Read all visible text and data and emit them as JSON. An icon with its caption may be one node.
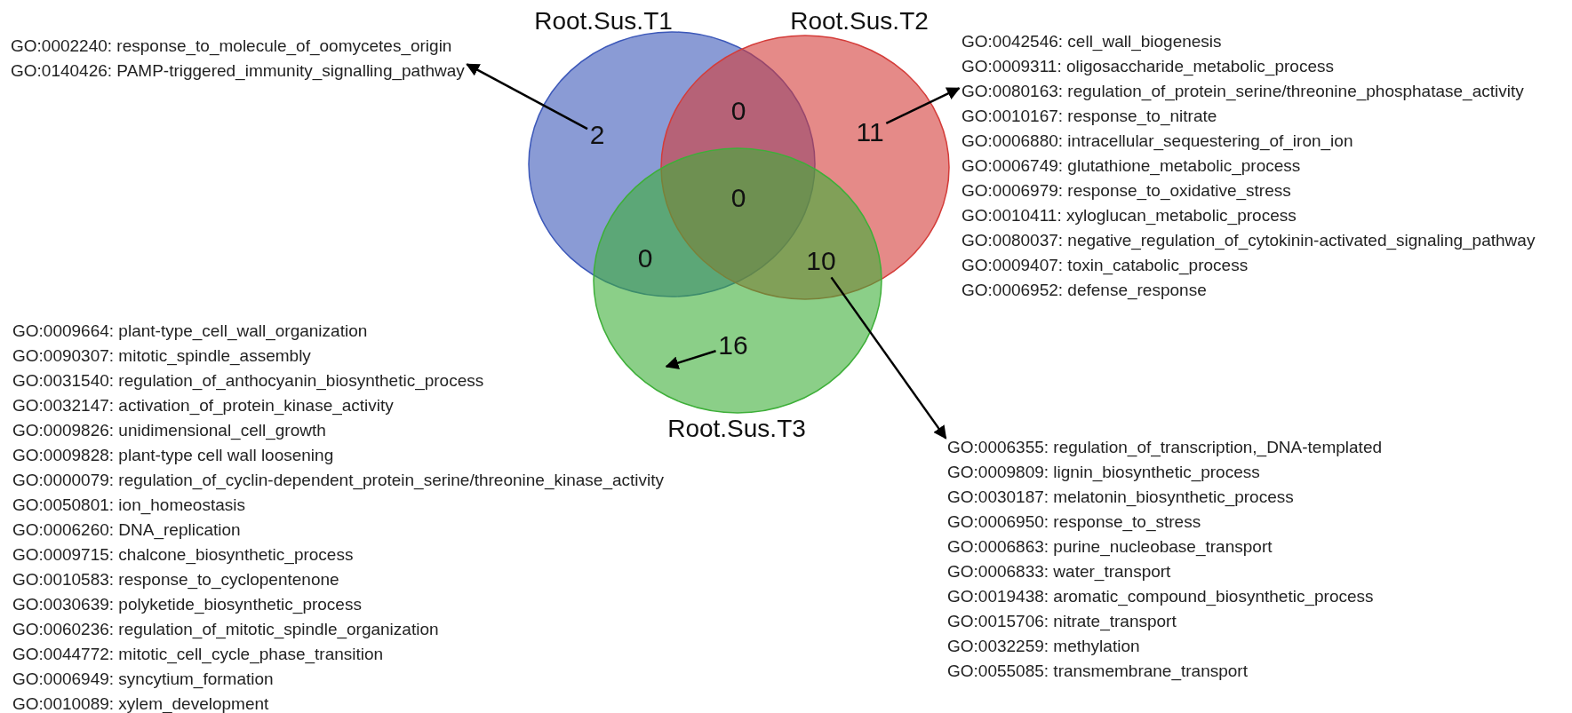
{
  "diagram": {
    "nodes": [
      {
        "text": [
          "Root.Sus.T1"
        ]
      },
      {
        "text": [
          "Root.Sus.T2"
        ]
      },
      {
        "text": [
          "Root.Sus.T3"
        ]
      },
      {
        "text": [
          "2"
        ],
        "in": 0
      },
      {
        "text": [
          "0"
        ]
      },
      {
        "text": [
          "11"
        ],
        "in": 1
      },
      {
        "text": [
          "0"
        ]
      },
      {
        "text": [
          "0"
        ]
      },
      {
        "text": [
          "10"
        ]
      },
      {
        "text": [
          "16"
        ],
        "in": 2
      },
      {
        "text": [
          "GO:0002240: response_to_molecule_of_oomycetes_origin",
          "GO:0140426: PAMP-triggered_immunity_signalling_pathway"
        ]
      },
      {
        "text": [
          "GO:0042546: cell_wall_biogenesis",
          "GO:0009311: oligosaccharide_metabolic_process",
          "GO:0080163: regulation_of_protein_serine/threonine_phosphatase_activity",
          "GO:0010167: response_to_nitrate",
          "GO:0006880: intracellular_sequestering_of_iron_ion",
          "GO:0006749: glutathione_metabolic_process",
          "GO:0006979: response_to_oxidative_stress",
          "GO:0010411: xyloglucan_metabolic_process",
          "GO:0080037: negative_regulation_of_cytokinin-activated_signaling_pathway",
          "GO:0009407: toxin_catabolic_process",
          "GO:0006952: defense_response"
        ]
      },
      {
        "text": [
          "GO:0009664: plant-type_cell_wall_organization",
          "GO:0090307: mitotic_spindle_assembly",
          "GO:0031540: regulation_of_anthocyanin_biosynthetic_process",
          "GO:0032147: activation_of_protein_kinase_activity",
          "GO:0009826: unidimensional_cell_growth",
          "GO:0009828: plant-type cell wall loosening",
          "GO:0000079: regulation_of_cyclin-dependent_protein_serine/threonine_kinase_activity",
          "GO:0050801: ion_homeostasis",
          "GO:0006260: DNA_replication",
          "GO:0009715: chalcone_biosynthetic_process",
          "GO:0010583: response_to_cyclopentenone",
          "GO:0030639: polyketide_biosynthetic_process",
          "GO:0060236: regulation_of_mitotic_spindle_organization",
          "GO:0044772: mitotic_cell_cycle_phase_transition",
          "GO:0006949: syncytium_formation",
          "GO:0010089: xylem_development"
        ]
      },
      {
        "text": [
          "GO:0006355: regulation_of_transcription,_DNA-templated",
          "GO:0009809: lignin_biosynthetic_process",
          "GO:0030187: melatonin_biosynthetic_process",
          "GO:0006950: response_to_stress",
          "GO:0006863: purine_nucleobase_transport",
          "GO:0006833: water_transport",
          "GO:0019438: aromatic_compound_biosynthetic_process",
          "GO:0015706: nitrate_transport",
          "GO:0032259: methylation",
          "GO:0055085: transmembrane_transport"
        ]
      }
    ],
    "edges": [
      {
        "from": 3,
        "to": 10,
        "arrow": "to"
      },
      {
        "from": 5,
        "to": 11,
        "arrow": "to"
      },
      {
        "from": 9,
        "to": 12,
        "arrow": "to"
      },
      {
        "from": 8,
        "to": 13,
        "arrow": "to"
      }
    ]
  }
}
